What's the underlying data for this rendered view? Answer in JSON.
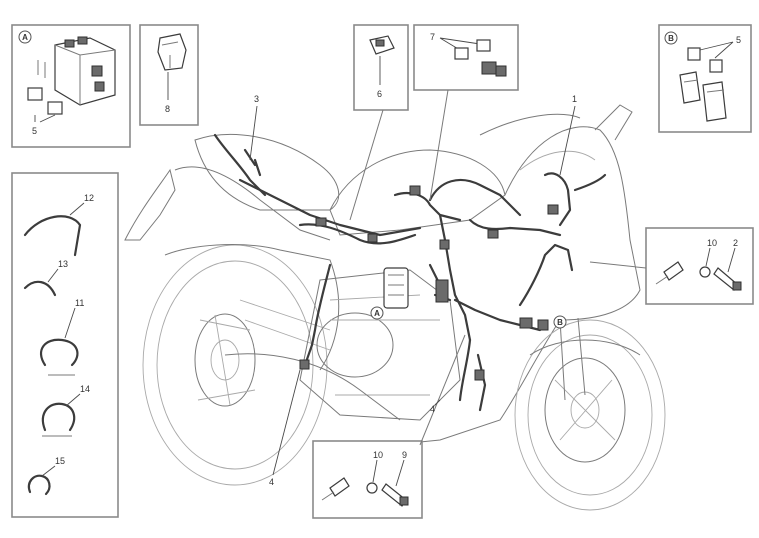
{
  "callouts": {
    "n1": "1",
    "n2": "2",
    "n3": "3",
    "n4a": "4",
    "n4b": "4",
    "n5a": "5",
    "n5b": "5",
    "n6": "6",
    "n7": "7",
    "n8": "8",
    "n9": "9",
    "n10a": "10",
    "n10b": "10",
    "n11": "11",
    "n12": "12",
    "n13": "13",
    "n14": "14",
    "n15": "15",
    "zoneA_box": "A",
    "zoneB_box": "B",
    "zoneA_bike": "A",
    "zoneB_bike": "B"
  }
}
